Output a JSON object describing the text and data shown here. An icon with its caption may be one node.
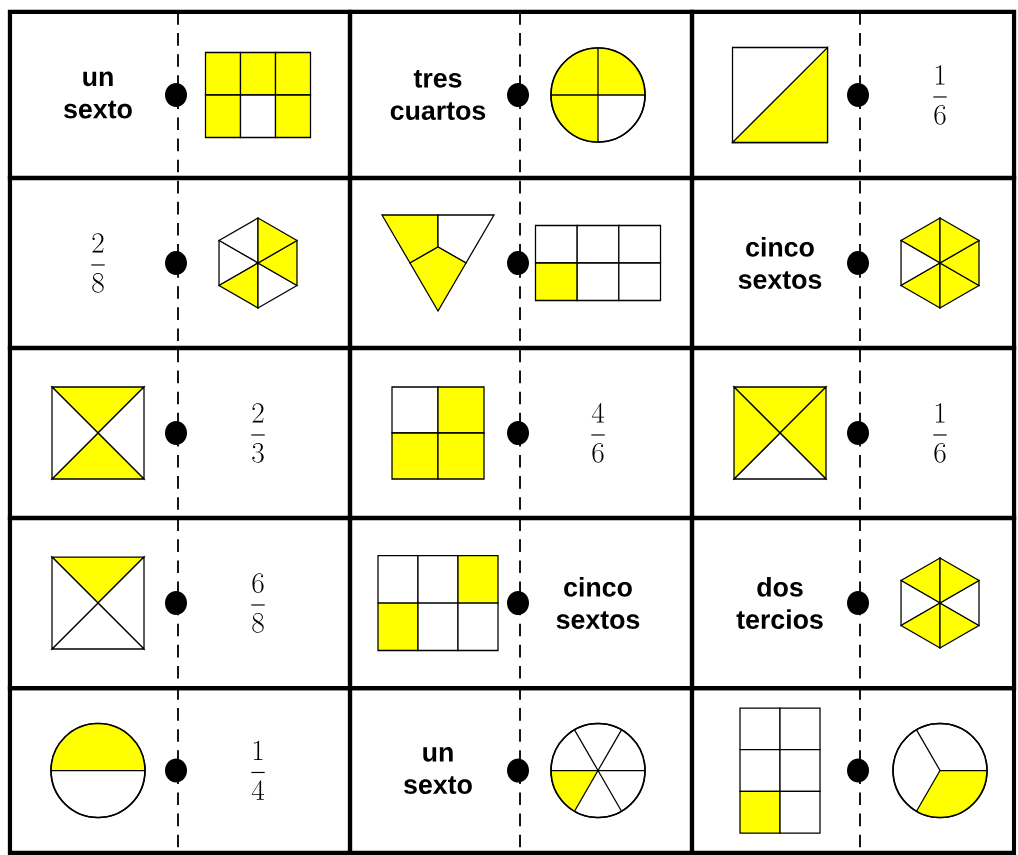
{
  "diagram": {
    "nodes": [
      {
        "text": [
          "un sexto"
        ]
      },
      {
        "text": [
          "tres cuartos"
        ]
      },
      {
        "text": [
          "\\frac{1}{6}"
        ]
      },
      {
        "text": [
          "\\frac{2}{8}"
        ]
      },
      {
        "text": [],
        "shape": "box"
      },
      {
        "text": [
          "cinco sextos"
        ]
      },
      {
        "text": [
          "\\frac{2}{3}"
        ]
      },
      {
        "text": [
          "\\frac{4}{6}"
        ]
      },
      {
        "text": [
          "\\frac{1}{6}"
        ]
      },
      {
        "text": [
          "\\frac{6}{8}"
        ]
      },
      {
        "text": [
          "cinco sextos"
        ]
      },
      {
        "text": [
          "dos tercios"
        ]
      },
      {
        "text": [
          "\\frac{1}{4}"
        ]
      },
      {
        "text": [
          "un sexto"
        ]
      },
      {
        "text": [],
        "shape": "box"
      }
    ]
  }
}
